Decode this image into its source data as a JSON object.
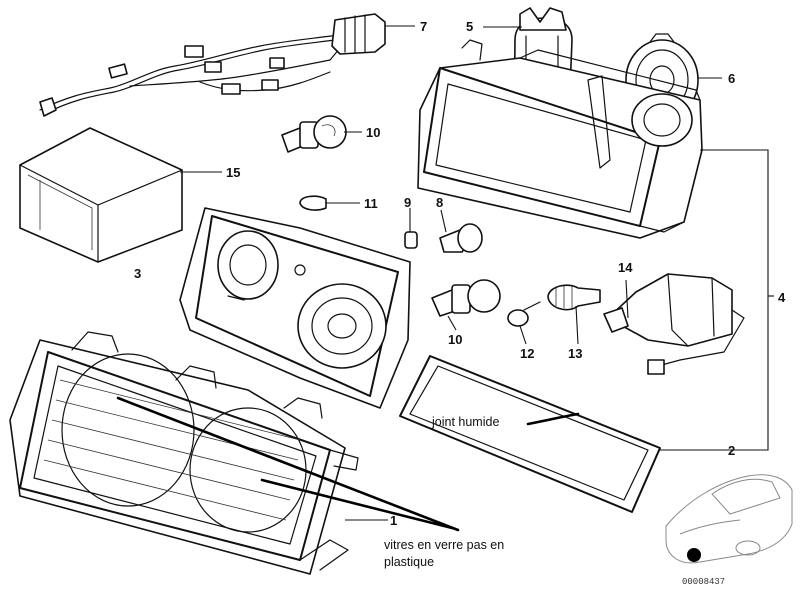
{
  "parts": {
    "p1": "1",
    "p2": "2",
    "p3": "3",
    "p4": "4",
    "p5": "5",
    "p6": "6",
    "p7": "7",
    "p8": "8",
    "p9": "9",
    "p10a": "10",
    "p10b": "10",
    "p11": "11",
    "p12": "12",
    "p13": "13",
    "p14": "14",
    "p15": "15"
  },
  "annotations": {
    "seal": "joint humide",
    "glass_line1": "vitres en verre pas en",
    "glass_line2": "plastique"
  },
  "reference_code": "00008437",
  "colors": {
    "line": "#111111",
    "background": "#ffffff",
    "marker": "#000000"
  }
}
